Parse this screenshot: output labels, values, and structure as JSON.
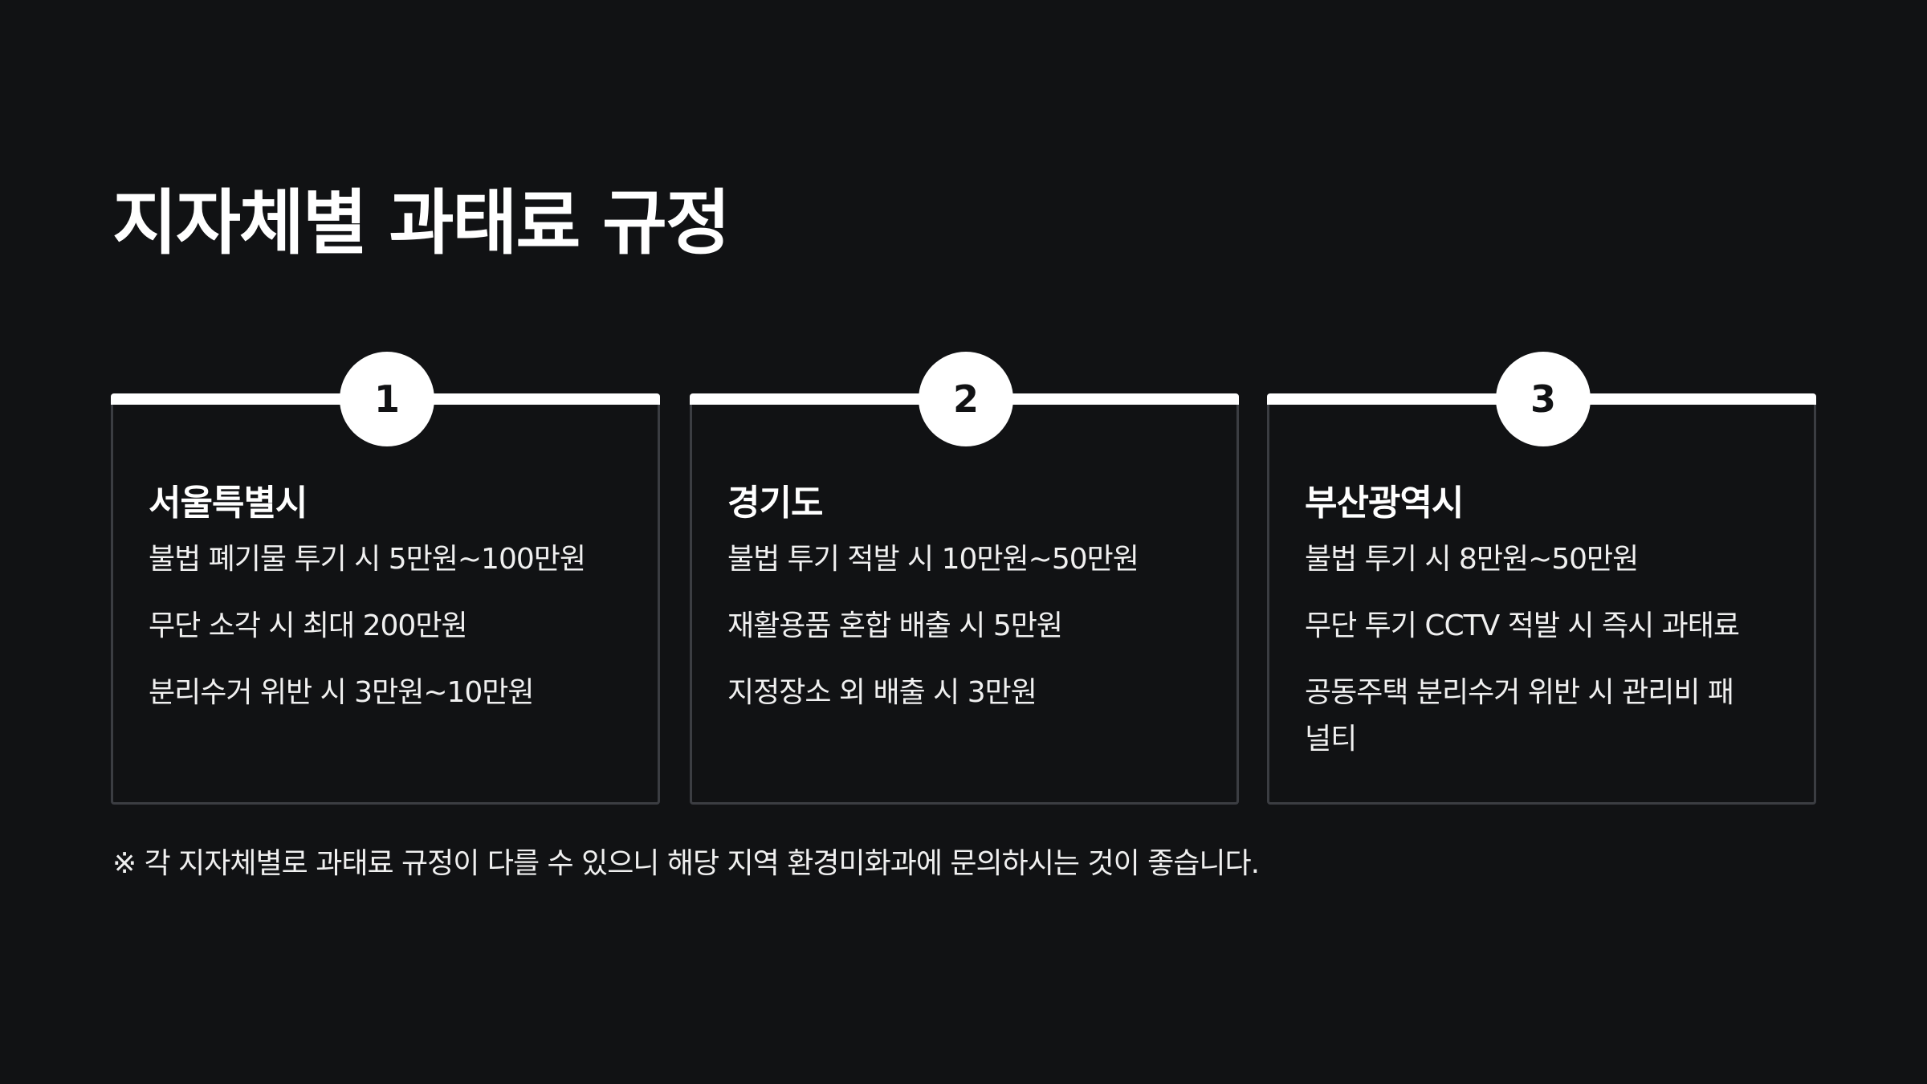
{
  "title": "지자체별 과태료 규정",
  "cards": [
    {
      "number": "1",
      "title": "서울특별시",
      "items": [
        "불법 폐기물 투기 시 5만원~100만원",
        "무단 소각 시 최대 200만원",
        "분리수거 위반 시 3만원~10만원"
      ]
    },
    {
      "number": "2",
      "title": "경기도",
      "items": [
        "불법 투기 적발 시 10만원~50만원",
        "재활용품 혼합 배출 시 5만원",
        "지정장소 외 배출 시 3만원"
      ]
    },
    {
      "number": "3",
      "title": "부산광역시",
      "items": [
        "불법 투기 시 8만원~50만원",
        "무단 투기 CCTV 적발 시 즉시 과태료",
        "공동주택 분리수거 위반 시 관리비 패널티"
      ]
    }
  ],
  "note": "※ 각 지자체별로 과태료 규정이 다를 수 있으니 해당 지역 환경미화과에 문의하시는 것이 좋습니다.",
  "colors": {
    "background": "#111214",
    "accent": "#ffffff",
    "card_border": "#3b3d42"
  }
}
